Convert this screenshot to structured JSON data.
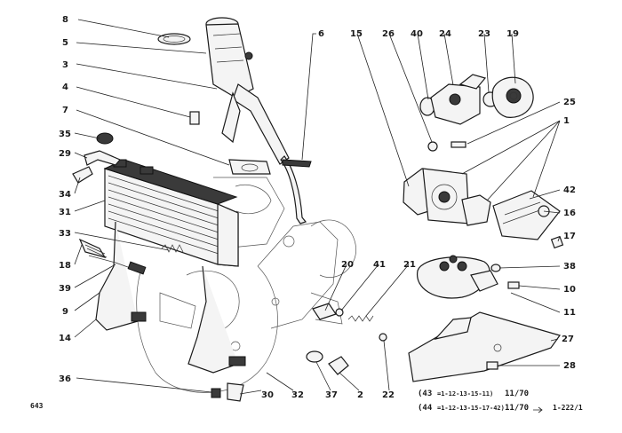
{
  "callouts": [
    "8",
    "5",
    "3",
    "4",
    "7",
    "35",
    "29",
    "34",
    "31",
    "33",
    "18",
    "39",
    "9",
    "14",
    "36",
    "6",
    "15",
    "26",
    "40",
    "24",
    "23",
    "19",
    "25",
    "1",
    "42",
    "16",
    "17",
    "38",
    "10",
    "11",
    "20",
    "41",
    "21",
    "27",
    "28",
    "37",
    "2",
    "22",
    "32",
    "30"
  ],
  "notes": {
    "line1_ref": "(43",
    "line1_eq": "=1-12-13-15-11)",
    "line1_date": "11/70",
    "line2_ref": "(44",
    "line2_eq": "=1-12-13-15-17-42)",
    "line2_date": "11/70",
    "figure_code": "1-222/1",
    "page_code": "643"
  }
}
